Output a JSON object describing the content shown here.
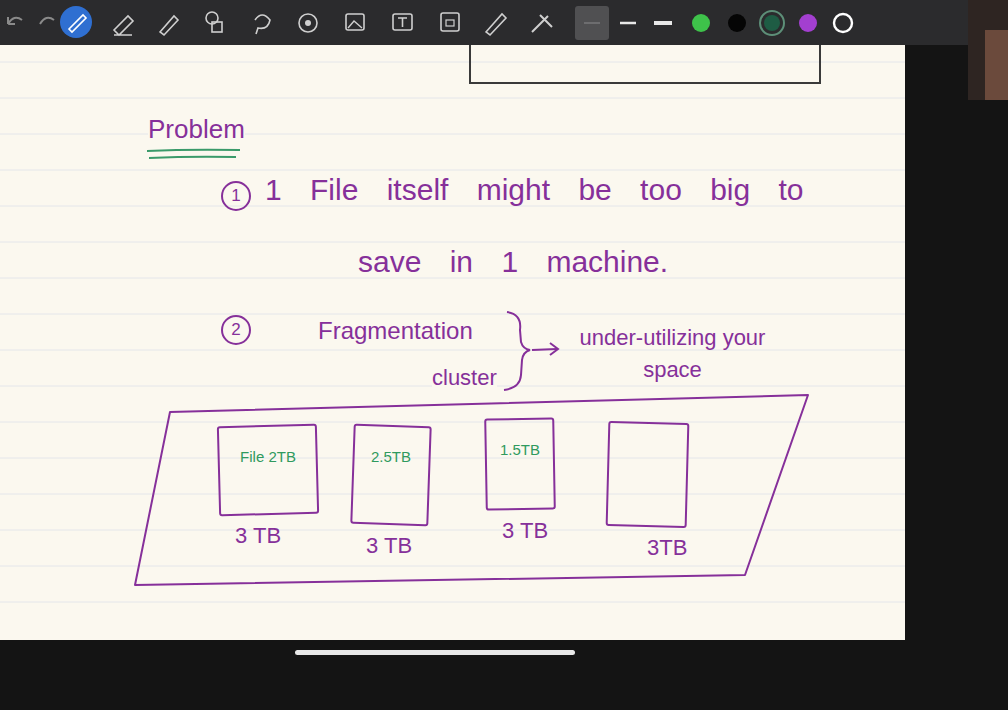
{
  "diagram": {
    "title": "Problem",
    "nodes": [
      {
        "text": [
          "File 2TB",
          "3 TB"
        ]
      },
      {
        "text": [
          "2.5TB",
          "3 TB"
        ]
      },
      {
        "text": [
          "1.5TB",
          "3 TB"
        ]
      },
      {
        "text": [
          "3TB"
        ]
      }
    ],
    "labels": [
      "1",
      "1 File itself might be too big to save in 1 machine.",
      "2",
      "Fragmentation",
      "cluster",
      "under-utilizing your space"
    ]
  }
}
